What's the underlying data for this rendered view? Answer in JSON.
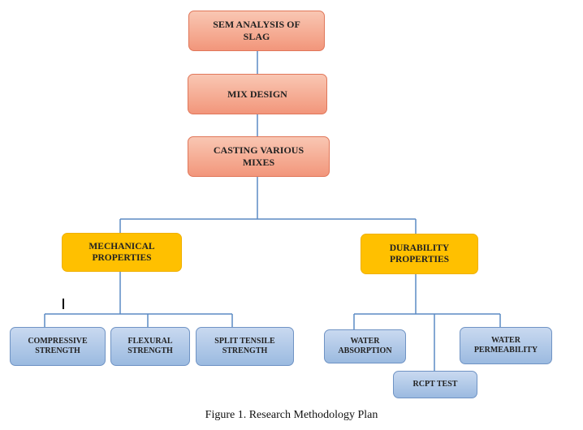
{
  "diagram": {
    "nodes": {
      "sem": "SEM ANALYSIS OF\nSLAG",
      "mix": "MIX DESIGN",
      "casting": "CASTING VARIOUS\nMIXES",
      "mechanical": "MECHANICAL\nPROPERTIES",
      "durability": "DURABILITY\nPROPERTIES",
      "compressive": "COMPRESSIVE\nSTRENGTH",
      "flexural": "FLEXURAL\nSTRENGTH",
      "split": "SPLIT TENSILE\nSTRENGTH",
      "water_abs": "WATER\nABSORPTION",
      "rcpt": "RCPT TEST",
      "water_perm": "WATER\nPERMEABILITY"
    },
    "caption": "Figure 1. Research Methodology Plan"
  },
  "colors": {
    "process_box": "#f2967b",
    "category_box": "#ffc000",
    "test_box": "#9bbae0",
    "connector": "#5b8ac4"
  }
}
